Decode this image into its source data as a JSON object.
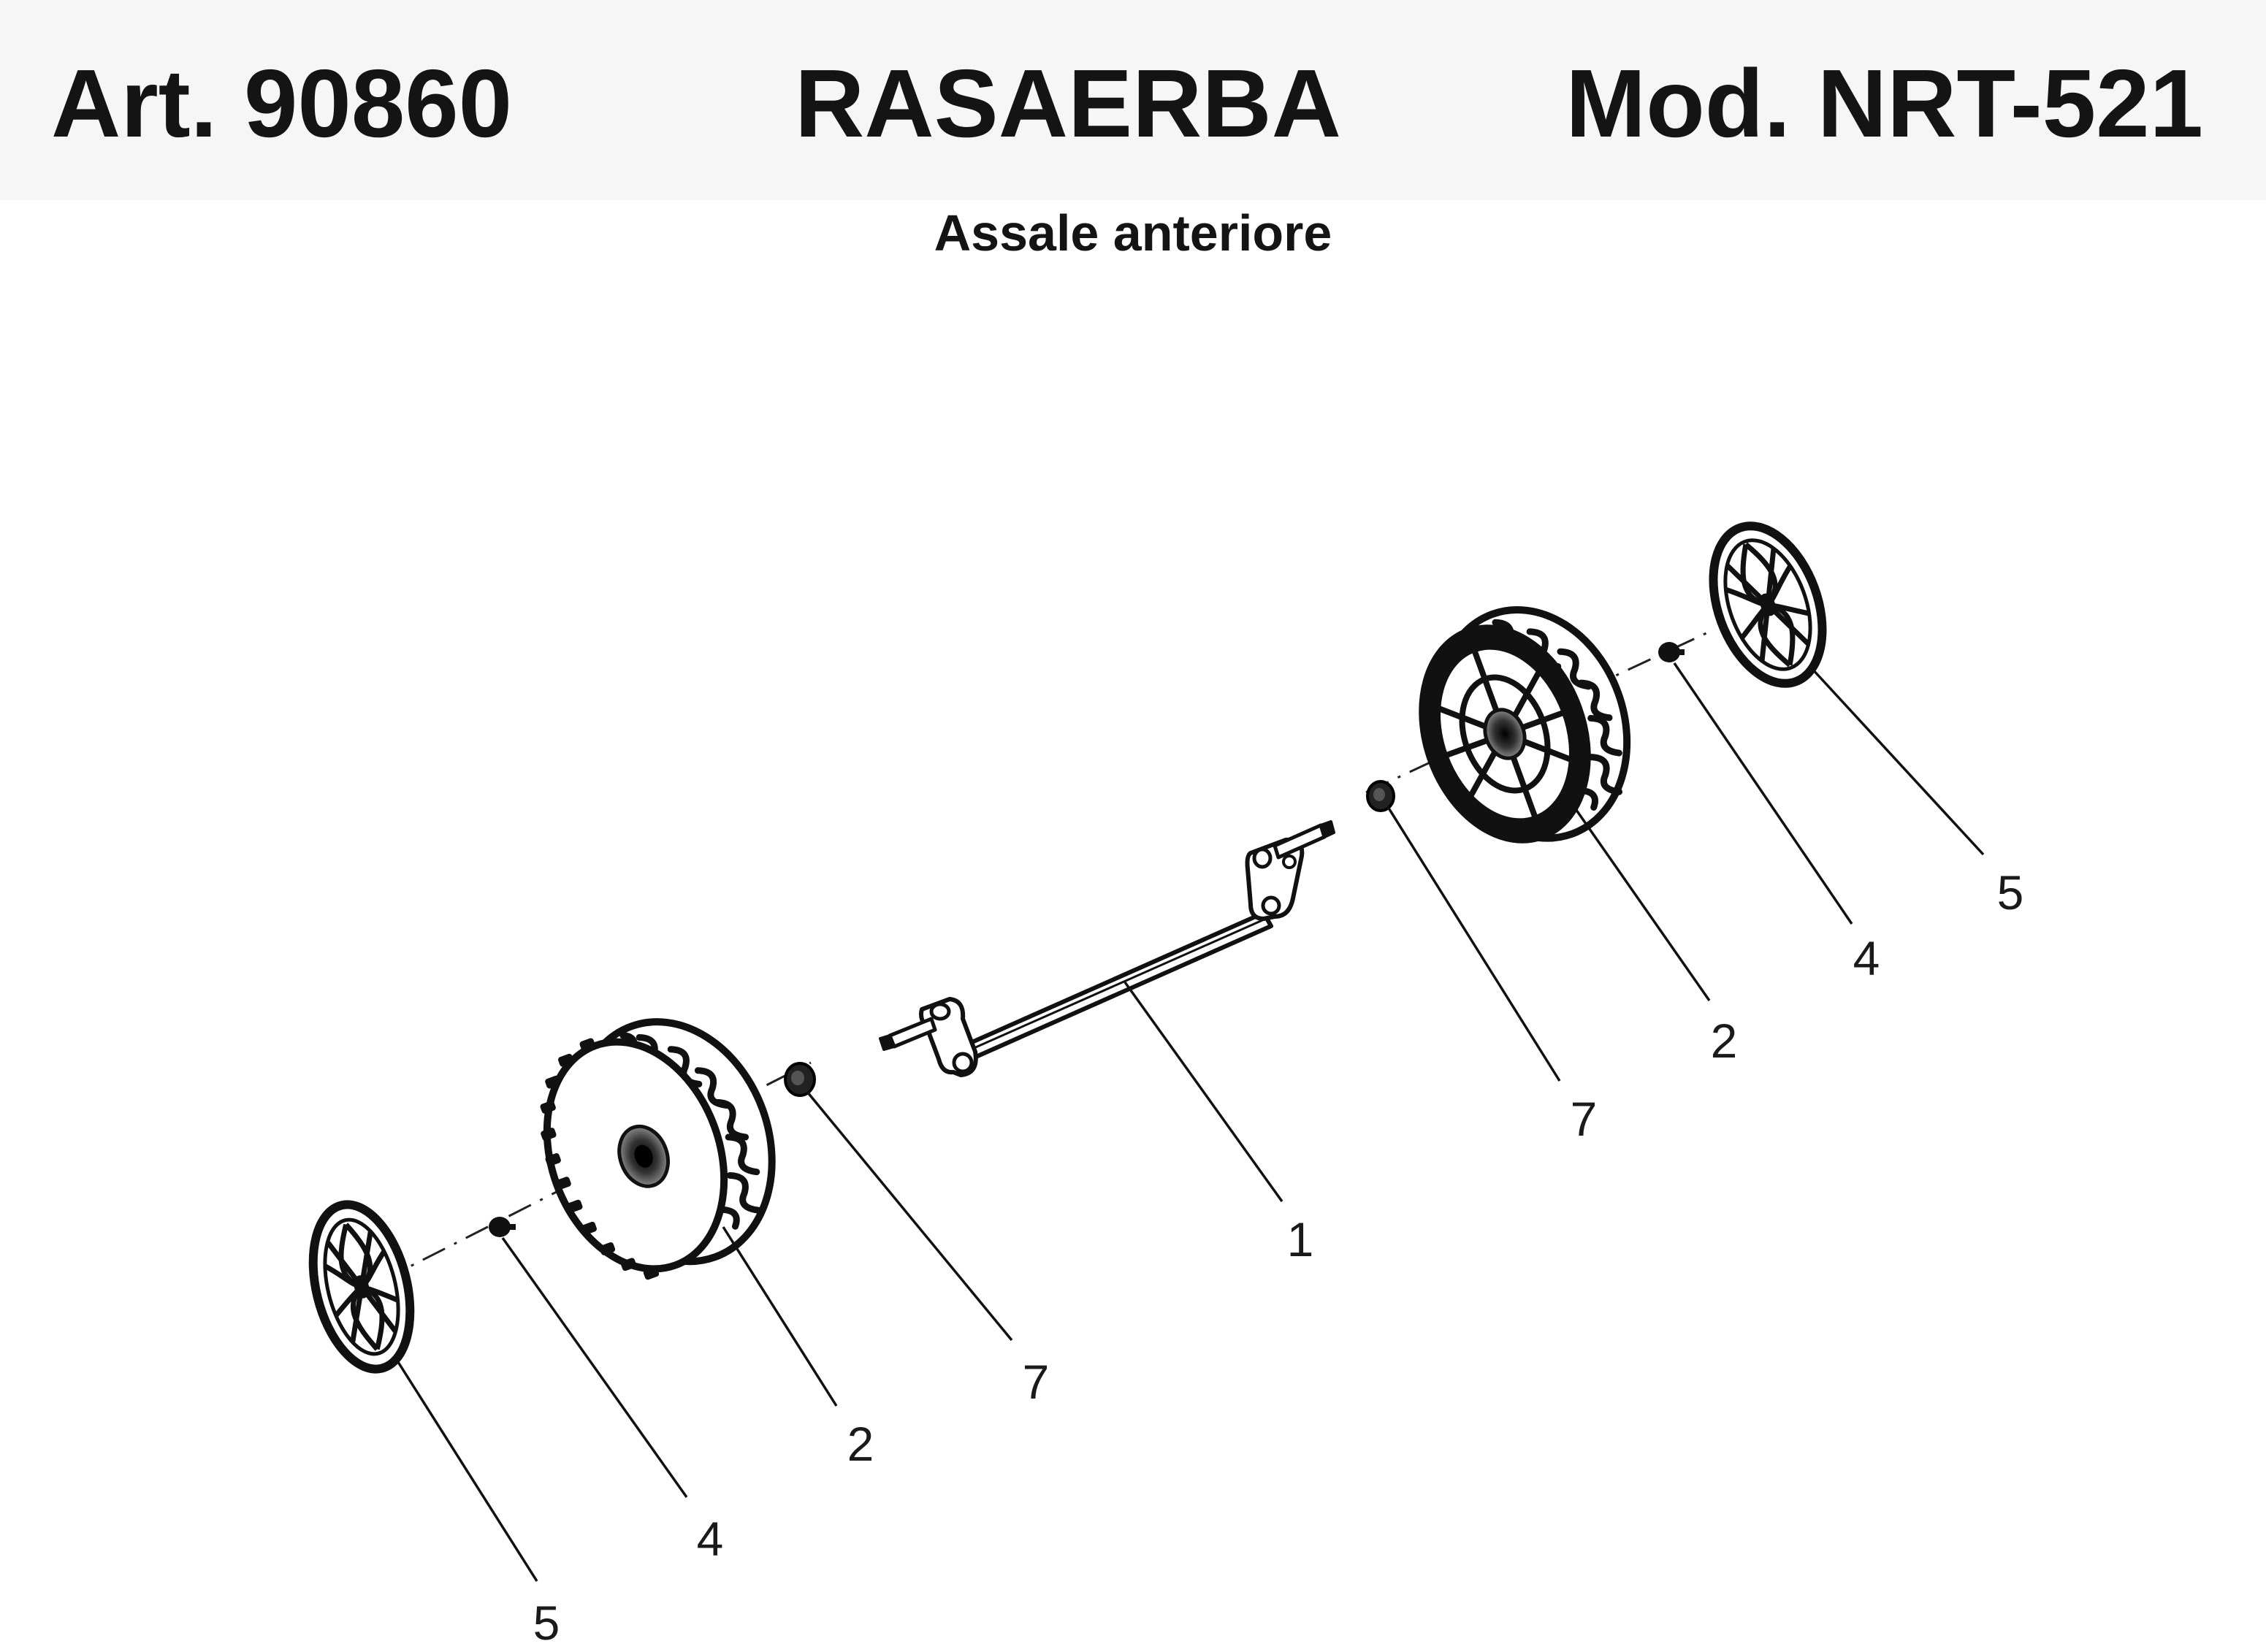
{
  "header": {
    "art_number": "Art. 90860",
    "product_name": "RASAERBA",
    "model_number": "Mod. NRT-521"
  },
  "section_title": "Assale anteriore",
  "callouts": [
    {
      "id": "left-hubcap",
      "label": "5"
    },
    {
      "id": "left-screw",
      "label": "4"
    },
    {
      "id": "left-wheel",
      "label": "2"
    },
    {
      "id": "left-bushing",
      "label": "7"
    },
    {
      "id": "axle",
      "label": "1"
    },
    {
      "id": "right-bushing",
      "label": "7"
    },
    {
      "id": "right-wheel",
      "label": "2"
    },
    {
      "id": "right-screw",
      "label": "4"
    },
    {
      "id": "right-hubcap",
      "label": "5"
    }
  ],
  "colors": {
    "ink": "#141414",
    "header_band": "#f6f6f6",
    "background": "#ffffff"
  }
}
